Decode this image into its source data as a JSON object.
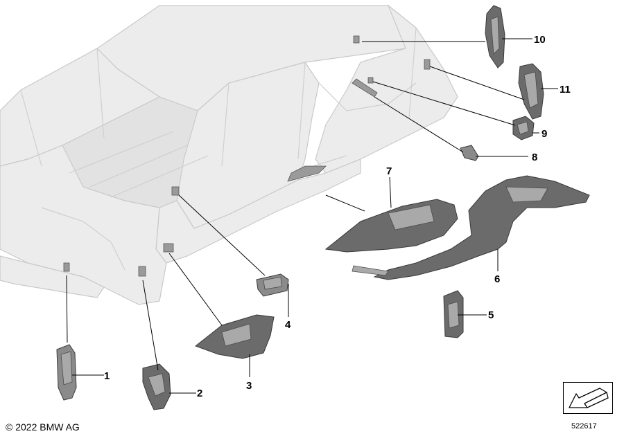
{
  "footer": {
    "copyright": "© 2022 BMW AG",
    "reference": "522617"
  },
  "callouts": [
    {
      "label": "1"
    },
    {
      "label": "2"
    },
    {
      "label": "3"
    },
    {
      "label": "4"
    },
    {
      "label": "5"
    },
    {
      "label": "6"
    },
    {
      "label": "7"
    },
    {
      "label": "8"
    },
    {
      "label": "9"
    },
    {
      "label": "10"
    },
    {
      "label": "11"
    }
  ],
  "icons": {
    "orientation": "direction-arrow-icon"
  },
  "colors": {
    "body": "#ececec",
    "parts": "#6b6b6b",
    "lines": "#000000"
  }
}
